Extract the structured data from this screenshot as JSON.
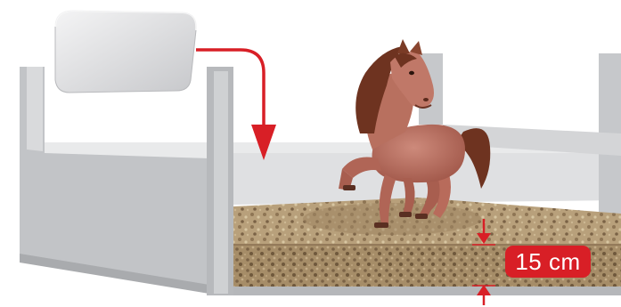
{
  "depth_label": "15 cm",
  "colors": {
    "accent_red": "#d81f26",
    "wall_grey": "#c9cbce",
    "bedding": "#b39a74",
    "horse_body": "#b5695a",
    "horse_mane": "#6e3320",
    "device": "#dcdcde"
  },
  "icons": {
    "device": "wall-mounted-box",
    "arrow": "curved-arrow-down",
    "animal": "horse"
  }
}
